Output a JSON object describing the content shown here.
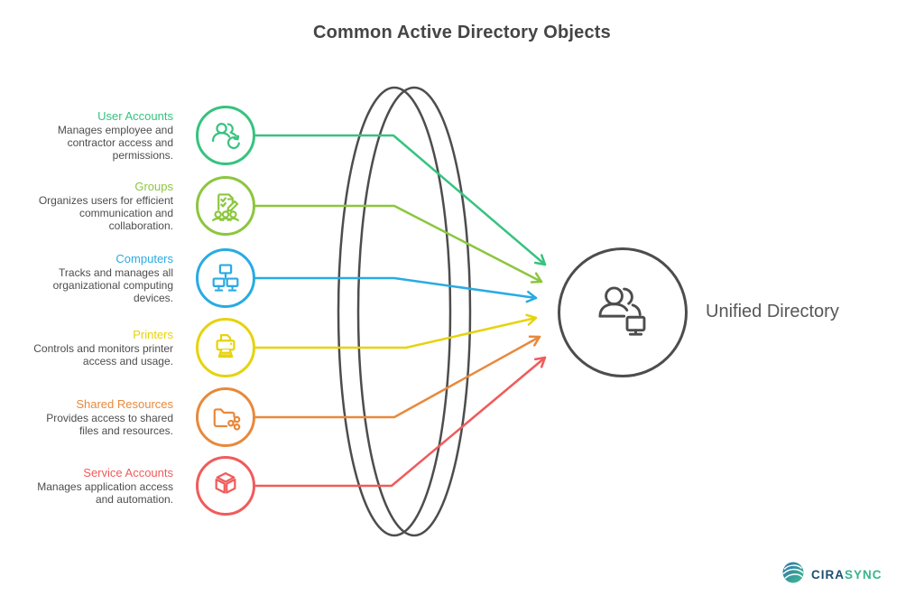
{
  "title": "Common Active Directory Objects",
  "items": [
    {
      "label": "User Accounts",
      "description": "Manages employee and contractor access and permissions.",
      "color": "#36c37f"
    },
    {
      "label": "Groups",
      "description": "Organizes users for efficient communication and collaboration.",
      "color": "#8cc63f"
    },
    {
      "label": "Computers",
      "description": "Tracks and manages all organizational computing devices.",
      "color": "#29abe2"
    },
    {
      "label": "Printers",
      "description": "Controls and monitors printer access and usage.",
      "color": "#e6d30e"
    },
    {
      "label": "Shared Resources",
      "description": "Provides access to shared files and resources.",
      "color": "#e8893c"
    },
    {
      "label": "Service Accounts",
      "description": "Manages application access and automation.",
      "color": "#f05b5b"
    }
  ],
  "target": {
    "label": "Unified Directory"
  },
  "brand": {
    "name_primary": "CIRA",
    "name_secondary": "SYNC"
  },
  "colors": {
    "outline": "#4d4d4d",
    "title_text": "#454545",
    "body_text": "#4d4d4d",
    "target_label": "#575757",
    "brand_primary": "#1d4f6e",
    "brand_secondary": "#3ab58e"
  }
}
